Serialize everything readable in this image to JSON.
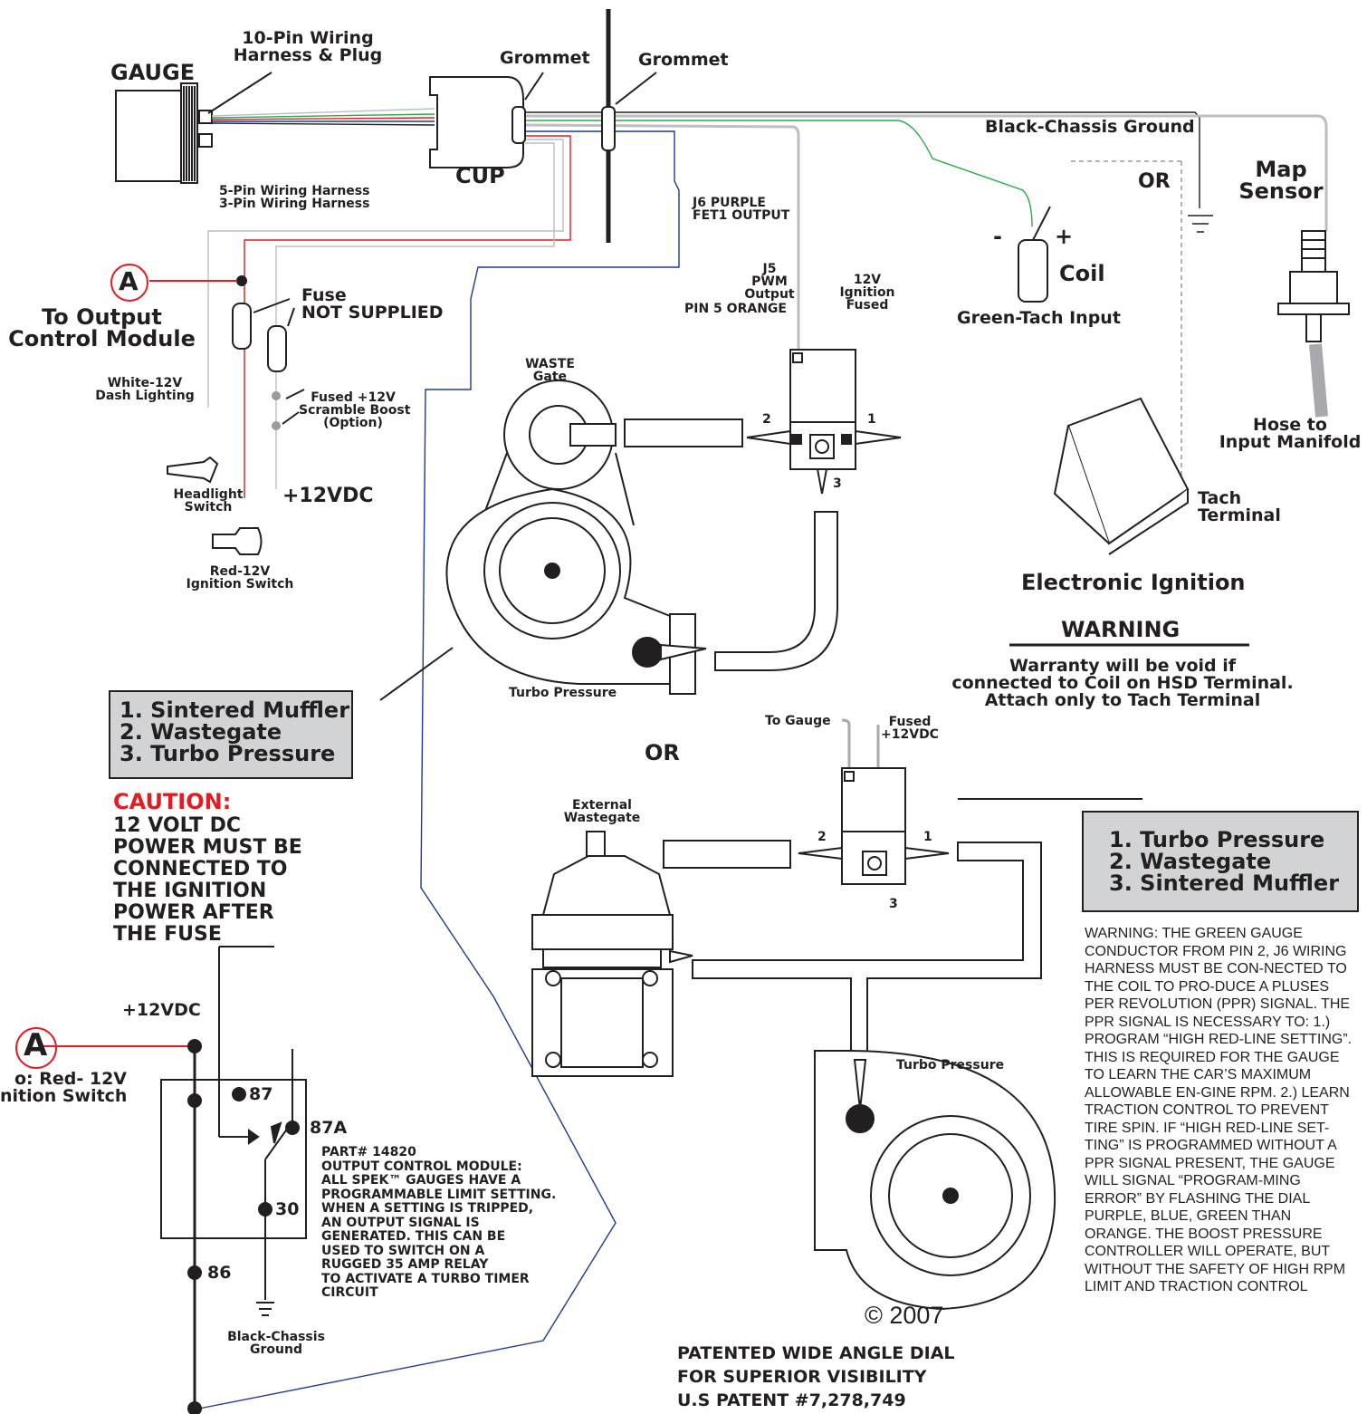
{
  "gauge": {
    "title": "GAUGE",
    "harness_10": "10-Pin Wiring\nHarness & Plug",
    "cup": "CUP",
    "grommet_1": "Grommet",
    "grommet_2": "Grommet",
    "harness_5_3": "5-Pin Wiring Harness\n3-Pin Wiring Harness"
  },
  "wires": {
    "j6": "J6 PURPLE\nFET1 OUTPUT",
    "j5": "J5\nPWM\nOutput",
    "pin5": "PIN 5 ORANGE",
    "ign12": "12V\nIgnition\nFused",
    "black_ground": "Black-Chassis Ground",
    "or_1": "OR"
  },
  "coil": {
    "minus": "-",
    "plus": "+",
    "label": "Coil",
    "tach_input": "Green-Tach Input"
  },
  "map": {
    "title": "Map\nSensor",
    "hose": "Hose to\nInput Manifold"
  },
  "ignition": {
    "tach_terminal": "Tach\nTerminal",
    "title": "Electronic Ignition"
  },
  "warning_box": {
    "title": "WARNING",
    "text": "Warranty will be void if\nconnected to Coil on HSD Terminal.\nAttach only to Tach Terminal"
  },
  "left": {
    "marker_a": "A",
    "to_output": "To Output\nControl Module",
    "fuse": "Fuse\nNOT SUPPLIED",
    "white_dash": "White-12V\nDash Lighting",
    "fused_scramble": "Fused +12V\nScramble Boost\n(Option)",
    "headlight": "Headlight\nSwitch",
    "vdc": "+12VDC",
    "red_ign": "Red-12V\nIgnition Switch"
  },
  "wastegate_top": {
    "title": "WASTE\nGate",
    "port2": "2",
    "port1": "1",
    "port3": "3",
    "turbo": "Turbo Pressure"
  },
  "legend_left": [
    "1. Sintered Muffler",
    "2. Wastegate",
    "3. Turbo Pressure"
  ],
  "caution": {
    "title": "CAUTION:",
    "text": "12 VOLT DC\nPOWER MUST BE\nCONNECTED TO\nTHE IGNITION\nPOWER AFTER\nTHE FUSE"
  },
  "or_mid": "OR",
  "solenoid_bottom": {
    "to_gauge": "To Gauge",
    "fused": "Fused\n+12VDC",
    "port2": "2",
    "port1": "1",
    "port3": "3",
    "ext_wastegate": "External\nWastegate",
    "turbo": "Turbo Pressure"
  },
  "legend_right": [
    "1. Turbo Pressure",
    "2. Wastegate",
    "3. Sintered Muffler"
  ],
  "relay": {
    "vdc": "+12VDC",
    "marker_a": "A",
    "red_ign": "o: Red- 12V\nnition Switch",
    "p87": "87",
    "p87a": "87A",
    "p30": "30",
    "p86": "86",
    "ground": "Black-Chassis\nGround",
    "part_text": "PART# 14820\nOUTPUT CONTROL MODULE:\nALL SPEK™ GAUGES HAVE A\nPROGRAMMABLE LIMIT SETTING.\nWHEN A SETTING IS TRIPPED,\nAN OUTPUT SIGNAL IS\nGENERATED. THIS CAN BE\nUSED TO SWITCH ON A\nRUGGED 35 AMP RELAY\nTO ACTIVATE A TURBO TIMER\nCIRCUIT"
  },
  "copyright": "© 2007",
  "patent": "PATENTED WIDE ANGLE DIAL\nFOR SUPERIOR VISIBILITY\nU.S PATENT #7,278,749",
  "warning_text": "WARNING: THE GREEN GAUGE CONDUCTOR FROM PIN 2, J6 WIRING HARNESS MUST BE CON-NECTED TO THE COIL TO PRO-DUCE A PLUSES PER REVOLUTION (PPR) SIGNAL.  THE PPR SIGNAL IS NECESSARY TO: 1.) PROGRAM “HIGH RED-LINE SETTING”.  THIS IS REQUIRED FOR THE GAUGE TO LEARN THE CAR’S MAXIMUM ALLOWABLE EN-GINE RPM.  2.) LEARN TRACTION CONTROL TO PREVENT TIRE SPIN.  IF “HIGH RED-LINE SET-TING” IS PROGRAMMED WITHOUT A PPR SIGNAL PRESENT, THE GAUGE WILL SIGNAL “PROGRAM-MING ERROR” BY FLASHING THE DIAL PURPLE, BLUE, GREEN THAN ORANGE.  THE BOOST PRESSURE CONTROLLER WILL OPERATE, BUT WITHOUT THE SAFETY OF HIGH RPM LIMIT AND TRACTION CONTROL",
  "colors": {
    "red": "#e31b23",
    "blue": "#1f3a93",
    "green": "#2aa84a",
    "grey": "#bcbec0",
    "panel": "#d1d3d4"
  }
}
